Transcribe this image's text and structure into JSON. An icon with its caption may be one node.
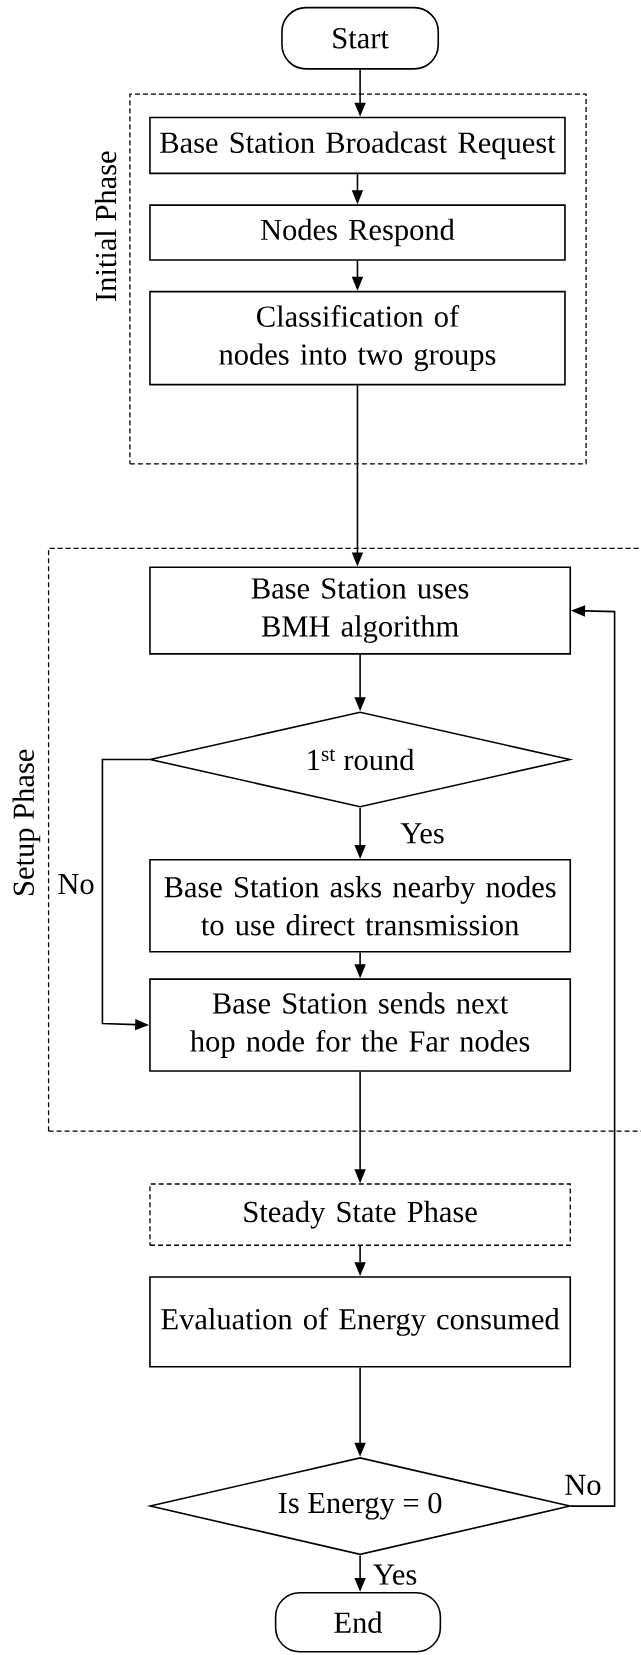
{
  "diagram": {
    "nodes": [
      {
        "text": [
          "Start"
        ]
      },
      {
        "text": [
          "Initial Phase"
        ]
      },
      {
        "text": [
          "Base Station Broadcast Request"
        ],
        "in": 1
      },
      {
        "text": [
          "Nodes Respond"
        ],
        "in": 1
      },
      {
        "text": [
          "Classification of nodes into two groups"
        ],
        "in": 1
      },
      {
        "text": [
          "Setup Phase"
        ]
      },
      {
        "text": [
          "Base Station uses BMH algorithm"
        ],
        "in": 5
      },
      {
        "text": [
          "1$^{st}$ round"
        ],
        "in": 5
      },
      {
        "text": [
          "Base Station asks nearby nodes to use direct transmission"
        ],
        "in": 5
      },
      {
        "text": [
          "Base Station sends next hop node for the Far nodes"
        ],
        "in": 5
      },
      {
        "text": [
          "Steady State Phase"
        ]
      },
      {
        "text": [
          "Evaluation of Energy consumed"
        ]
      },
      {
        "text": [
          "Is Energy = 0"
        ]
      },
      {
        "text": [
          "End"
        ]
      }
    ],
    "edges": [
      {
        "from": 0,
        "to": 2,
        "arrow": "to"
      },
      {
        "from": 2,
        "to": 3,
        "arrow": "to"
      },
      {
        "from": 3,
        "to": 4,
        "arrow": "to"
      },
      {
        "from": 4,
        "to": 6,
        "arrow": "to"
      },
      {
        "from": 6,
        "to": 7,
        "arrow": "to"
      },
      {
        "from": 7,
        "to": 8,
        "arrow": "to",
        "label": "Yes"
      },
      {
        "from": 7,
        "to": 9,
        "arrow": "to",
        "label": "No"
      },
      {
        "from": 8,
        "to": 9,
        "arrow": "to"
      },
      {
        "from": 9,
        "to": 10,
        "arrow": "to"
      },
      {
        "from": 10,
        "to": 11,
        "arrow": "to"
      },
      {
        "from": 11,
        "to": 12,
        "arrow": "to"
      },
      {
        "from": 12,
        "to": 13,
        "arrow": "to",
        "label": "Yes"
      },
      {
        "from": 12,
        "to": 6,
        "arrow": "to",
        "label": "No"
      }
    ]
  }
}
